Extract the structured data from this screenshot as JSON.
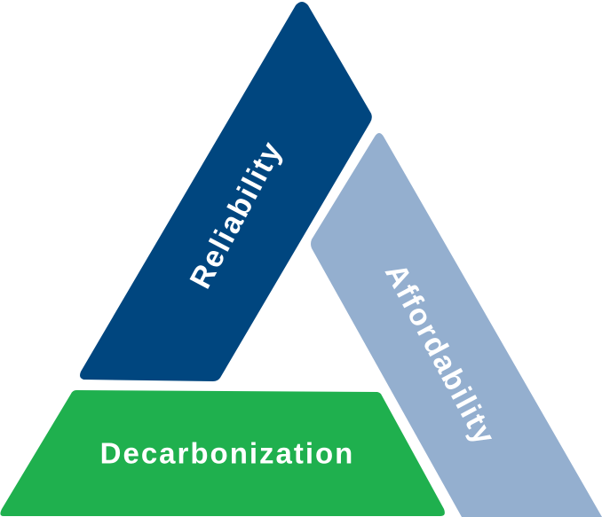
{
  "diagram": {
    "segments": [
      {
        "label": "Reliability",
        "color": "#00467f"
      },
      {
        "label": "Affordability",
        "color": "#94afcf"
      },
      {
        "label": "Decarbonization",
        "color": "#1fb04e"
      }
    ]
  }
}
